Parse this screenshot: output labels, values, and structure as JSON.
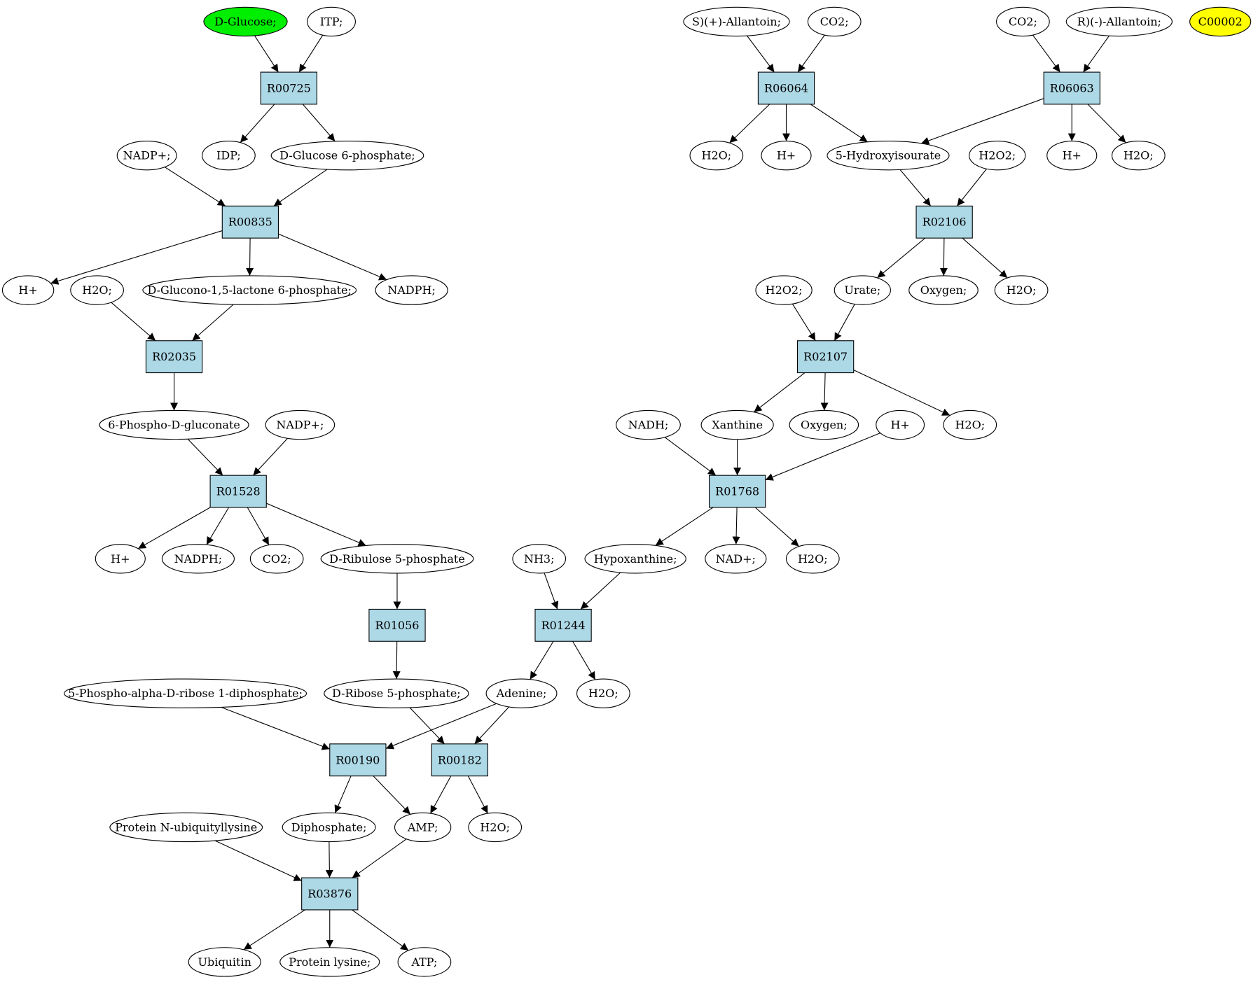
{
  "colors": {
    "reaction_fill": "#add8e6",
    "compound_fill": "#ffffff",
    "start_fill": "#00ee00",
    "target_fill": "#ffff00"
  },
  "nodes": [
    {
      "id": "c_glucose",
      "label": "D-Glucose;",
      "kind": "compound",
      "fill": "start"
    },
    {
      "id": "c_itp",
      "label": "ITP;",
      "kind": "compound"
    },
    {
      "id": "r00725",
      "label": "R00725",
      "kind": "reaction"
    },
    {
      "id": "c_nadp1",
      "label": "NADP+;",
      "kind": "compound"
    },
    {
      "id": "c_idp",
      "label": "IDP;",
      "kind": "compound"
    },
    {
      "id": "c_g6p",
      "label": "D-Glucose 6-phosphate;",
      "kind": "compound"
    },
    {
      "id": "r00835",
      "label": "R00835",
      "kind": "reaction"
    },
    {
      "id": "c_h1",
      "label": "H+",
      "kind": "compound"
    },
    {
      "id": "c_h2o1",
      "label": "H2O;",
      "kind": "compound"
    },
    {
      "id": "c_glucono",
      "label": "D-Glucono-1,5-lactone 6-phosphate;",
      "kind": "compound"
    },
    {
      "id": "c_nadph1",
      "label": "NADPH;",
      "kind": "compound"
    },
    {
      "id": "r02035",
      "label": "R02035",
      "kind": "reaction"
    },
    {
      "id": "c_6pg",
      "label": "6-Phospho-D-gluconate",
      "kind": "compound"
    },
    {
      "id": "c_nadp2",
      "label": "NADP+;",
      "kind": "compound"
    },
    {
      "id": "r01528",
      "label": "R01528",
      "kind": "reaction"
    },
    {
      "id": "c_h2",
      "label": "H+",
      "kind": "compound"
    },
    {
      "id": "c_nadph2",
      "label": "NADPH;",
      "kind": "compound"
    },
    {
      "id": "c_co2a",
      "label": "CO2;",
      "kind": "compound"
    },
    {
      "id": "c_ru5p",
      "label": "D-Ribulose 5-phosphate",
      "kind": "compound"
    },
    {
      "id": "r01056",
      "label": "R01056",
      "kind": "reaction"
    },
    {
      "id": "c_prpp",
      "label": "5-Phospho-alpha-D-ribose 1-diphosphate;",
      "kind": "compound"
    },
    {
      "id": "c_r5p",
      "label": "D-Ribose 5-phosphate;",
      "kind": "compound"
    },
    {
      "id": "c_adenine",
      "label": "Adenine;",
      "kind": "compound"
    },
    {
      "id": "c_h2o_r01244",
      "label": "H2O;",
      "kind": "compound"
    },
    {
      "id": "r00190",
      "label": "R00190",
      "kind": "reaction"
    },
    {
      "id": "r00182",
      "label": "R00182",
      "kind": "reaction"
    },
    {
      "id": "c_pnub",
      "label": "Protein N-ubiquityllysine",
      "kind": "compound"
    },
    {
      "id": "c_ppi",
      "label": "Diphosphate;",
      "kind": "compound"
    },
    {
      "id": "c_amp",
      "label": "AMP;",
      "kind": "compound"
    },
    {
      "id": "c_h2o_r00182",
      "label": "H2O;",
      "kind": "compound"
    },
    {
      "id": "r03876",
      "label": "R03876",
      "kind": "reaction"
    },
    {
      "id": "c_ubiq",
      "label": "Ubiquitin",
      "kind": "compound"
    },
    {
      "id": "c_plys",
      "label": "Protein lysine;",
      "kind": "compound"
    },
    {
      "id": "c_atp",
      "label": "ATP;",
      "kind": "compound"
    },
    {
      "id": "c_nh3",
      "label": "NH3;",
      "kind": "compound"
    },
    {
      "id": "c_hypox",
      "label": "Hypoxanthine;",
      "kind": "compound"
    },
    {
      "id": "r01244",
      "label": "R01244",
      "kind": "reaction"
    },
    {
      "id": "c_nadh",
      "label": "NADH;",
      "kind": "compound"
    },
    {
      "id": "c_xanthine",
      "label": "Xanthine",
      "kind": "compound"
    },
    {
      "id": "c_oxy1",
      "label": "Oxygen;",
      "kind": "compound"
    },
    {
      "id": "c_h_r01768",
      "label": "H+",
      "kind": "compound"
    },
    {
      "id": "c_h2o_r02107",
      "label": "H2O;",
      "kind": "compound"
    },
    {
      "id": "r01768",
      "label": "R01768",
      "kind": "reaction"
    },
    {
      "id": "c_nad",
      "label": "NAD+;",
      "kind": "compound"
    },
    {
      "id": "c_h2o_r01768",
      "label": "H2O;",
      "kind": "compound"
    },
    {
      "id": "c_h2o2a",
      "label": "H2O2;",
      "kind": "compound"
    },
    {
      "id": "c_urate",
      "label": "Urate;",
      "kind": "compound"
    },
    {
      "id": "c_oxy2",
      "label": "Oxygen;",
      "kind": "compound"
    },
    {
      "id": "c_h2o_r02106",
      "label": "H2O;",
      "kind": "compound"
    },
    {
      "id": "r02107",
      "label": "R02107",
      "kind": "reaction"
    },
    {
      "id": "c_sallant",
      "label": "S)(+)-Allantoin;",
      "kind": "compound"
    },
    {
      "id": "c_co2b",
      "label": "CO2;",
      "kind": "compound"
    },
    {
      "id": "c_co2c",
      "label": "CO2;",
      "kind": "compound"
    },
    {
      "id": "c_rallant",
      "label": "R)(-)-Allantoin;",
      "kind": "compound"
    },
    {
      "id": "c_c00002",
      "label": "C00002",
      "kind": "compound",
      "fill": "target"
    },
    {
      "id": "r06064",
      "label": "R06064",
      "kind": "reaction"
    },
    {
      "id": "r06063",
      "label": "R06063",
      "kind": "reaction"
    },
    {
      "id": "c_h2o_r06064",
      "label": "H2O;",
      "kind": "compound"
    },
    {
      "id": "c_h_r06064",
      "label": "H+",
      "kind": "compound"
    },
    {
      "id": "c_5hiu",
      "label": "5-Hydroxyisourate",
      "kind": "compound"
    },
    {
      "id": "c_h2o2b",
      "label": "H2O2;",
      "kind": "compound"
    },
    {
      "id": "c_h_r06063",
      "label": "H+",
      "kind": "compound"
    },
    {
      "id": "c_h2o_r06063",
      "label": "H2O;",
      "kind": "compound"
    },
    {
      "id": "r02106",
      "label": "R02106",
      "kind": "reaction"
    }
  ],
  "edges": [
    [
      "c_glucose",
      "r00725"
    ],
    [
      "c_itp",
      "r00725"
    ],
    [
      "r00725",
      "c_idp"
    ],
    [
      "r00725",
      "c_g6p"
    ],
    [
      "c_nadp1",
      "r00835"
    ],
    [
      "c_g6p",
      "r00835"
    ],
    [
      "r00835",
      "c_h1"
    ],
    [
      "r00835",
      "c_glucono"
    ],
    [
      "r00835",
      "c_nadph1"
    ],
    [
      "c_h2o1",
      "r02035"
    ],
    [
      "c_glucono",
      "r02035"
    ],
    [
      "r02035",
      "c_6pg"
    ],
    [
      "c_6pg",
      "r01528"
    ],
    [
      "c_nadp2",
      "r01528"
    ],
    [
      "r01528",
      "c_h2"
    ],
    [
      "r01528",
      "c_nadph2"
    ],
    [
      "r01528",
      "c_co2a"
    ],
    [
      "r01528",
      "c_ru5p"
    ],
    [
      "c_ru5p",
      "r01056"
    ],
    [
      "r01056",
      "c_r5p"
    ],
    [
      "c_prpp",
      "r00190"
    ],
    [
      "c_adenine",
      "r00190"
    ],
    [
      "c_r5p",
      "r00182"
    ],
    [
      "c_adenine",
      "r00182"
    ],
    [
      "r00190",
      "c_ppi"
    ],
    [
      "r00190",
      "c_amp"
    ],
    [
      "r00182",
      "c_amp"
    ],
    [
      "r00182",
      "c_h2o_r00182"
    ],
    [
      "c_pnub",
      "r03876"
    ],
    [
      "c_ppi",
      "r03876"
    ],
    [
      "c_amp",
      "r03876"
    ],
    [
      "r03876",
      "c_ubiq"
    ],
    [
      "r03876",
      "c_plys"
    ],
    [
      "r03876",
      "c_atp"
    ],
    [
      "c_nh3",
      "r01244"
    ],
    [
      "c_hypox",
      "r01244"
    ],
    [
      "r01244",
      "c_adenine"
    ],
    [
      "r01244",
      "c_h2o_r01244"
    ],
    [
      "c_nadh",
      "r01768"
    ],
    [
      "c_xanthine",
      "r01768"
    ],
    [
      "c_h_r01768",
      "r01768"
    ],
    [
      "r01768",
      "c_hypox"
    ],
    [
      "r01768",
      "c_nad"
    ],
    [
      "r01768",
      "c_h2o_r01768"
    ],
    [
      "c_h2o2a",
      "r02107"
    ],
    [
      "c_urate",
      "r02107"
    ],
    [
      "r02107",
      "c_xanthine"
    ],
    [
      "r02107",
      "c_oxy1"
    ],
    [
      "r02107",
      "c_h2o_r02107"
    ],
    [
      "c_5hiu",
      "r02106"
    ],
    [
      "c_h2o2b",
      "r02106"
    ],
    [
      "r02106",
      "c_urate"
    ],
    [
      "r02106",
      "c_oxy2"
    ],
    [
      "r02106",
      "c_h2o_r02106"
    ],
    [
      "c_sallant",
      "r06064"
    ],
    [
      "c_co2b",
      "r06064"
    ],
    [
      "r06064",
      "c_h2o_r06064"
    ],
    [
      "r06064",
      "c_h_r06064"
    ],
    [
      "r06064",
      "c_5hiu"
    ],
    [
      "c_co2c",
      "r06063"
    ],
    [
      "c_rallant",
      "r06063"
    ],
    [
      "r06063",
      "c_5hiu"
    ],
    [
      "r06063",
      "c_h_r06063"
    ],
    [
      "r06063",
      "c_h2o_r06063"
    ]
  ]
}
